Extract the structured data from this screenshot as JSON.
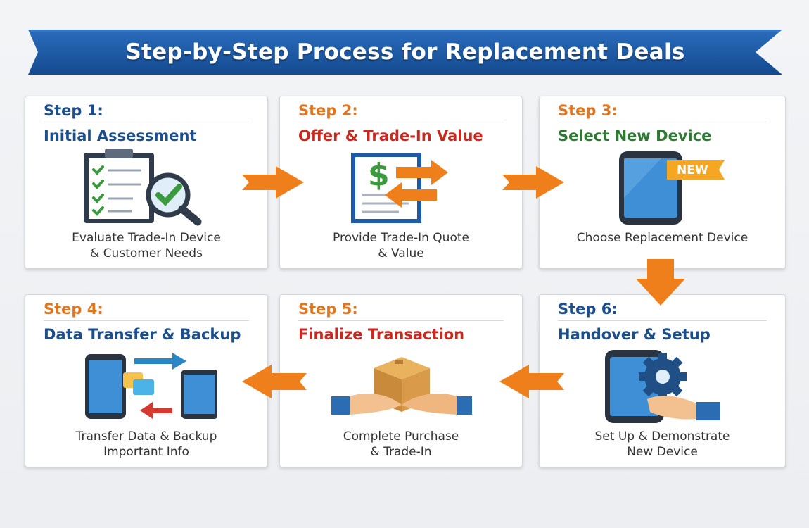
{
  "banner": {
    "title": "Step-by-Step Process for Replacement Deals"
  },
  "steps": [
    {
      "label": "Step 1:",
      "title": "Initial Assessment",
      "desc_line1": "Evaluate Trade-In Device",
      "desc_line2": "& Customer Needs"
    },
    {
      "label": "Step 2:",
      "title": "Offer & Trade-In Value",
      "desc_line1": "Provide Trade-In Quote",
      "desc_line2": "& Value"
    },
    {
      "label": "Step 3:",
      "title": "Select New Device",
      "desc_line1": "Choose Replacement Device",
      "desc_line2": "",
      "badge": "NEW"
    },
    {
      "label": "Step 4:",
      "title": "Data Transfer & Backup",
      "desc_line1": "Transfer Data & Backup",
      "desc_line2": "Important Info"
    },
    {
      "label": "Step 5:",
      "title": "Finalize Transaction",
      "desc_line1": "Complete Purchase",
      "desc_line2": "& Trade-In"
    },
    {
      "label": "Step 6:",
      "title": "Handover & Setup",
      "desc_line1": "Set Up & Demonstrate",
      "desc_line2": "New Device"
    }
  ],
  "colors": {
    "banner_blue": "#1d5aa6",
    "arrow_orange": "#ef7f1a",
    "step_blue": "#1c4e8c",
    "step_orange": "#e2761f",
    "step_red": "#c8281e",
    "step_green": "#2e7a32"
  }
}
